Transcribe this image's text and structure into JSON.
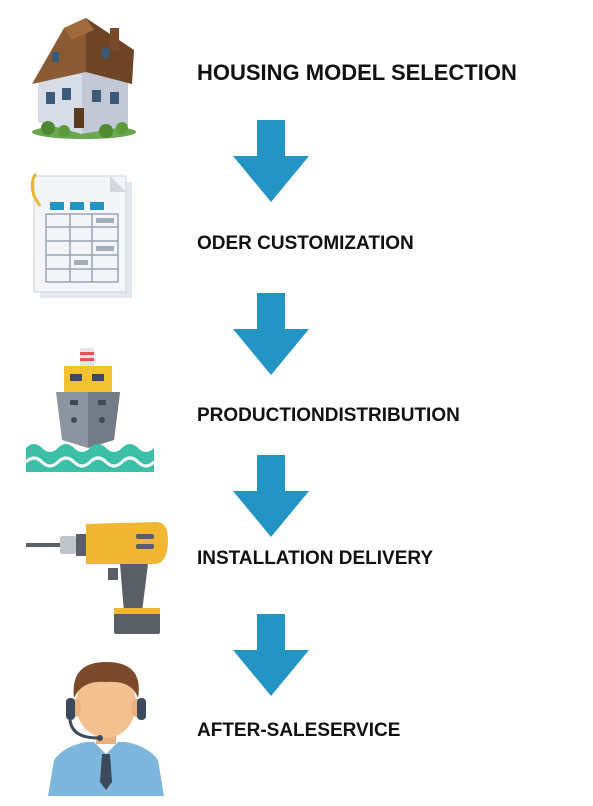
{
  "steps": [
    {
      "label": "HOUSING MODEL SELECTION",
      "icon": "house-icon"
    },
    {
      "label": "ODER CUSTOMIZATION",
      "icon": "spreadsheet-document-icon"
    },
    {
      "label": "PRODUCTIONDISTRIBUTION",
      "icon": "ship-icon"
    },
    {
      "label": "INSTALLATION DELIVERY",
      "icon": "power-drill-icon"
    },
    {
      "label": "AFTER-SALESERVICE",
      "icon": "support-agent-icon"
    }
  ],
  "colors": {
    "arrow": "#2394c4",
    "text": "#111111"
  }
}
